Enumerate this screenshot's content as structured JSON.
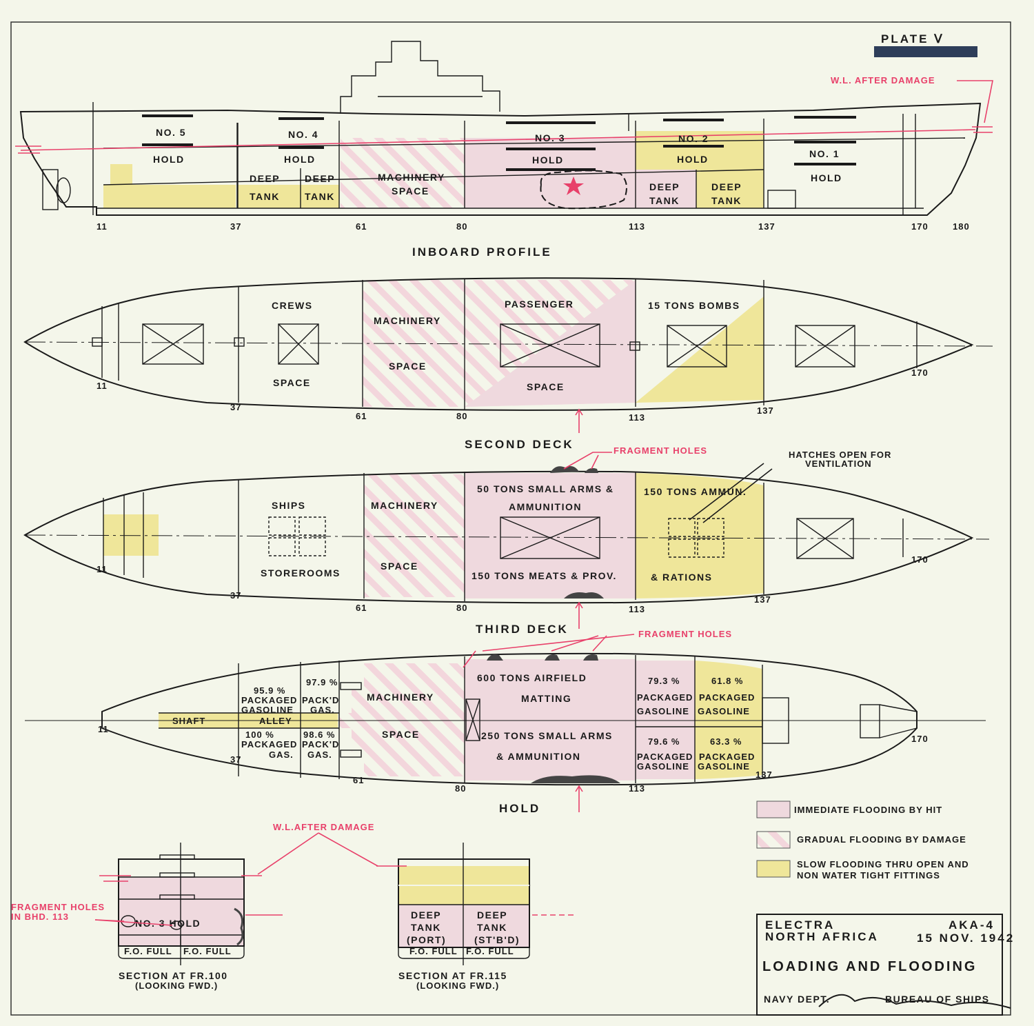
{
  "plate": {
    "label": "PLATE Ⅴ"
  },
  "profile": {
    "title": "INBOARD PROFILE",
    "wl_label": "W.L. AFTER DAMAGE",
    "holds": [
      {
        "name": "NO. 5",
        "sub": "HOLD"
      },
      {
        "name": "NO. 4",
        "sub": "HOLD"
      },
      {
        "name": "NO. 3",
        "sub": "HOLD"
      },
      {
        "name": "NO. 2",
        "sub": "HOLD"
      },
      {
        "name": "NO. 1",
        "sub": "HOLD"
      }
    ],
    "machinery": [
      "MACHINERY",
      "SPACE"
    ],
    "deep": "DEEP",
    "tank": "TANK",
    "frames": [
      "11",
      "37",
      "61",
      "80",
      "113",
      "137",
      "170",
      "180"
    ]
  },
  "second_deck": {
    "title": "SECOND DECK",
    "crews": [
      "CREWS",
      "SPACE"
    ],
    "machinery": [
      "MACHINERY",
      "SPACE"
    ],
    "passenger": [
      "PASSENGER",
      "SPACE"
    ],
    "bombs": "15 TONS BOMBS",
    "frames": [
      "11",
      "37",
      "61",
      "80",
      "113",
      "137",
      "170"
    ]
  },
  "third_deck": {
    "title": "THIRD DECK",
    "fragment_holes": "FRAGMENT HOLES",
    "hatches": [
      "HATCHES OPEN FOR",
      "VENTILATION"
    ],
    "ships": [
      "SHIPS",
      "STOREROOMS"
    ],
    "machinery": [
      "MACHINERY",
      "SPACE"
    ],
    "small_arms": [
      "50 TONS SMALL ARMS &",
      "AMMUNITION"
    ],
    "meats": "150 TONS MEATS & PROV.",
    "ammun": [
      "150 TONS AMMUN.",
      "& RATIONS"
    ],
    "frames": [
      "11",
      "37",
      "61",
      "80",
      "113",
      "137",
      "170"
    ]
  },
  "hold": {
    "title": "HOLD",
    "fragment_holes": "FRAGMENT HOLES",
    "shaft": "SHAFT",
    "alley": "ALLEY",
    "c1": [
      "95.9 %",
      "PACKAGED",
      "GASOLINE"
    ],
    "c2": [
      "97.9 %",
      "PACK'D",
      "GAS."
    ],
    "c3": [
      "100 %",
      "PACKAGED",
      "GAS."
    ],
    "c4": [
      "98.6 %",
      "PACK'D",
      "GAS."
    ],
    "machinery": [
      "MACHINERY",
      "SPACE"
    ],
    "matting": [
      "600 TONS AIRFIELD",
      "MATTING"
    ],
    "small_arms": [
      "250 TONS SMALL ARMS",
      "& AMMUNITION"
    ],
    "g1": [
      "79.3 %",
      "PACKAGED",
      "GASOLINE"
    ],
    "g2": [
      "61.8 %",
      "PACKAGED",
      "GASOLINE"
    ],
    "g3": [
      "79.6 %",
      "PACKAGED",
      "GASOLINE"
    ],
    "g4": [
      "63.3 %",
      "PACKAGED",
      "GASOLINE"
    ],
    "frames": [
      "11",
      "37",
      "61",
      "80",
      "113",
      "137",
      "170"
    ]
  },
  "legend": [
    {
      "text": "IMMEDIATE FLOODING BY HIT",
      "color": "#efd9de"
    },
    {
      "text": "GRADUAL FLOODING BY DAMAGE",
      "color": "#f4f6ea"
    },
    {
      "text": "SLOW FLOODING THRU OPEN AND",
      "color": "#efe69a"
    },
    {
      "text": "NON WATER TIGHT FITTINGS"
    }
  ],
  "sections": {
    "wl_label": "W.L.AFTER DAMAGE",
    "fragment": [
      "FRAGMENT HOLES",
      "IN BHD. 113"
    ],
    "s100": {
      "hold": "NO. 3    HOLD",
      "fo": "F.O. FULL",
      "title": "SECTION AT FR.100",
      "sub": "(LOOKING FWD.)"
    },
    "s115": {
      "port": [
        "DEEP",
        "TANK",
        "(PORT)"
      ],
      "stbd": [
        "DEEP",
        "TANK",
        "(ST'B'D)"
      ],
      "fo": "F.O. FULL",
      "title": "SECTION AT FR.115",
      "sub": "(LOOKING FWD.)"
    }
  },
  "title_block": {
    "ship": "ELECTRA",
    "hull": "AKA-4",
    "area": "NORTH AFRICA",
    "date": "15 NOV. 1942",
    "title": "LOADING  AND  FLOODING",
    "navy": "NAVY DEPT.",
    "bureau": "BUREAU OF SHIPS"
  },
  "colors": {
    "immediate": "#efd9de",
    "slow": "#efe69a",
    "damage": "#e8406a"
  }
}
